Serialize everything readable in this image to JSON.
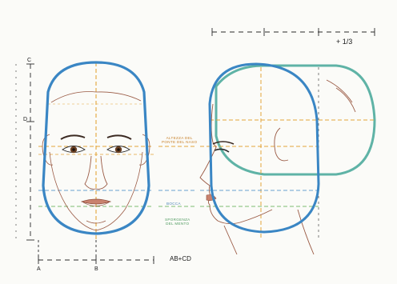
{
  "labels": {
    "point_c": "C",
    "point_d": "D",
    "point_a": "A",
    "point_b": "B",
    "sum_ab_cd": "AB+CD",
    "one_third": "+ 1/3"
  },
  "annotations": {
    "nose_base_line1": "ALTEZZA DEL",
    "nose_base_line2": "PONTE DEL NASO",
    "mouth": "BOCCA",
    "chin_line1": "SPORGENZA",
    "chin_line2": "DEL MENTO"
  },
  "colors": {
    "paper": "#fbfbf8",
    "front_oval": "#3a86c4",
    "skull_shape": "#5fb3a6",
    "dash_orange": "#e3a53a",
    "dash_blue": "#6aa0cf",
    "dash_green": "#7dbd6f",
    "ink": "#2a2a2a",
    "sketch_brown": "#9a5a44",
    "lips": "#c9826e"
  }
}
